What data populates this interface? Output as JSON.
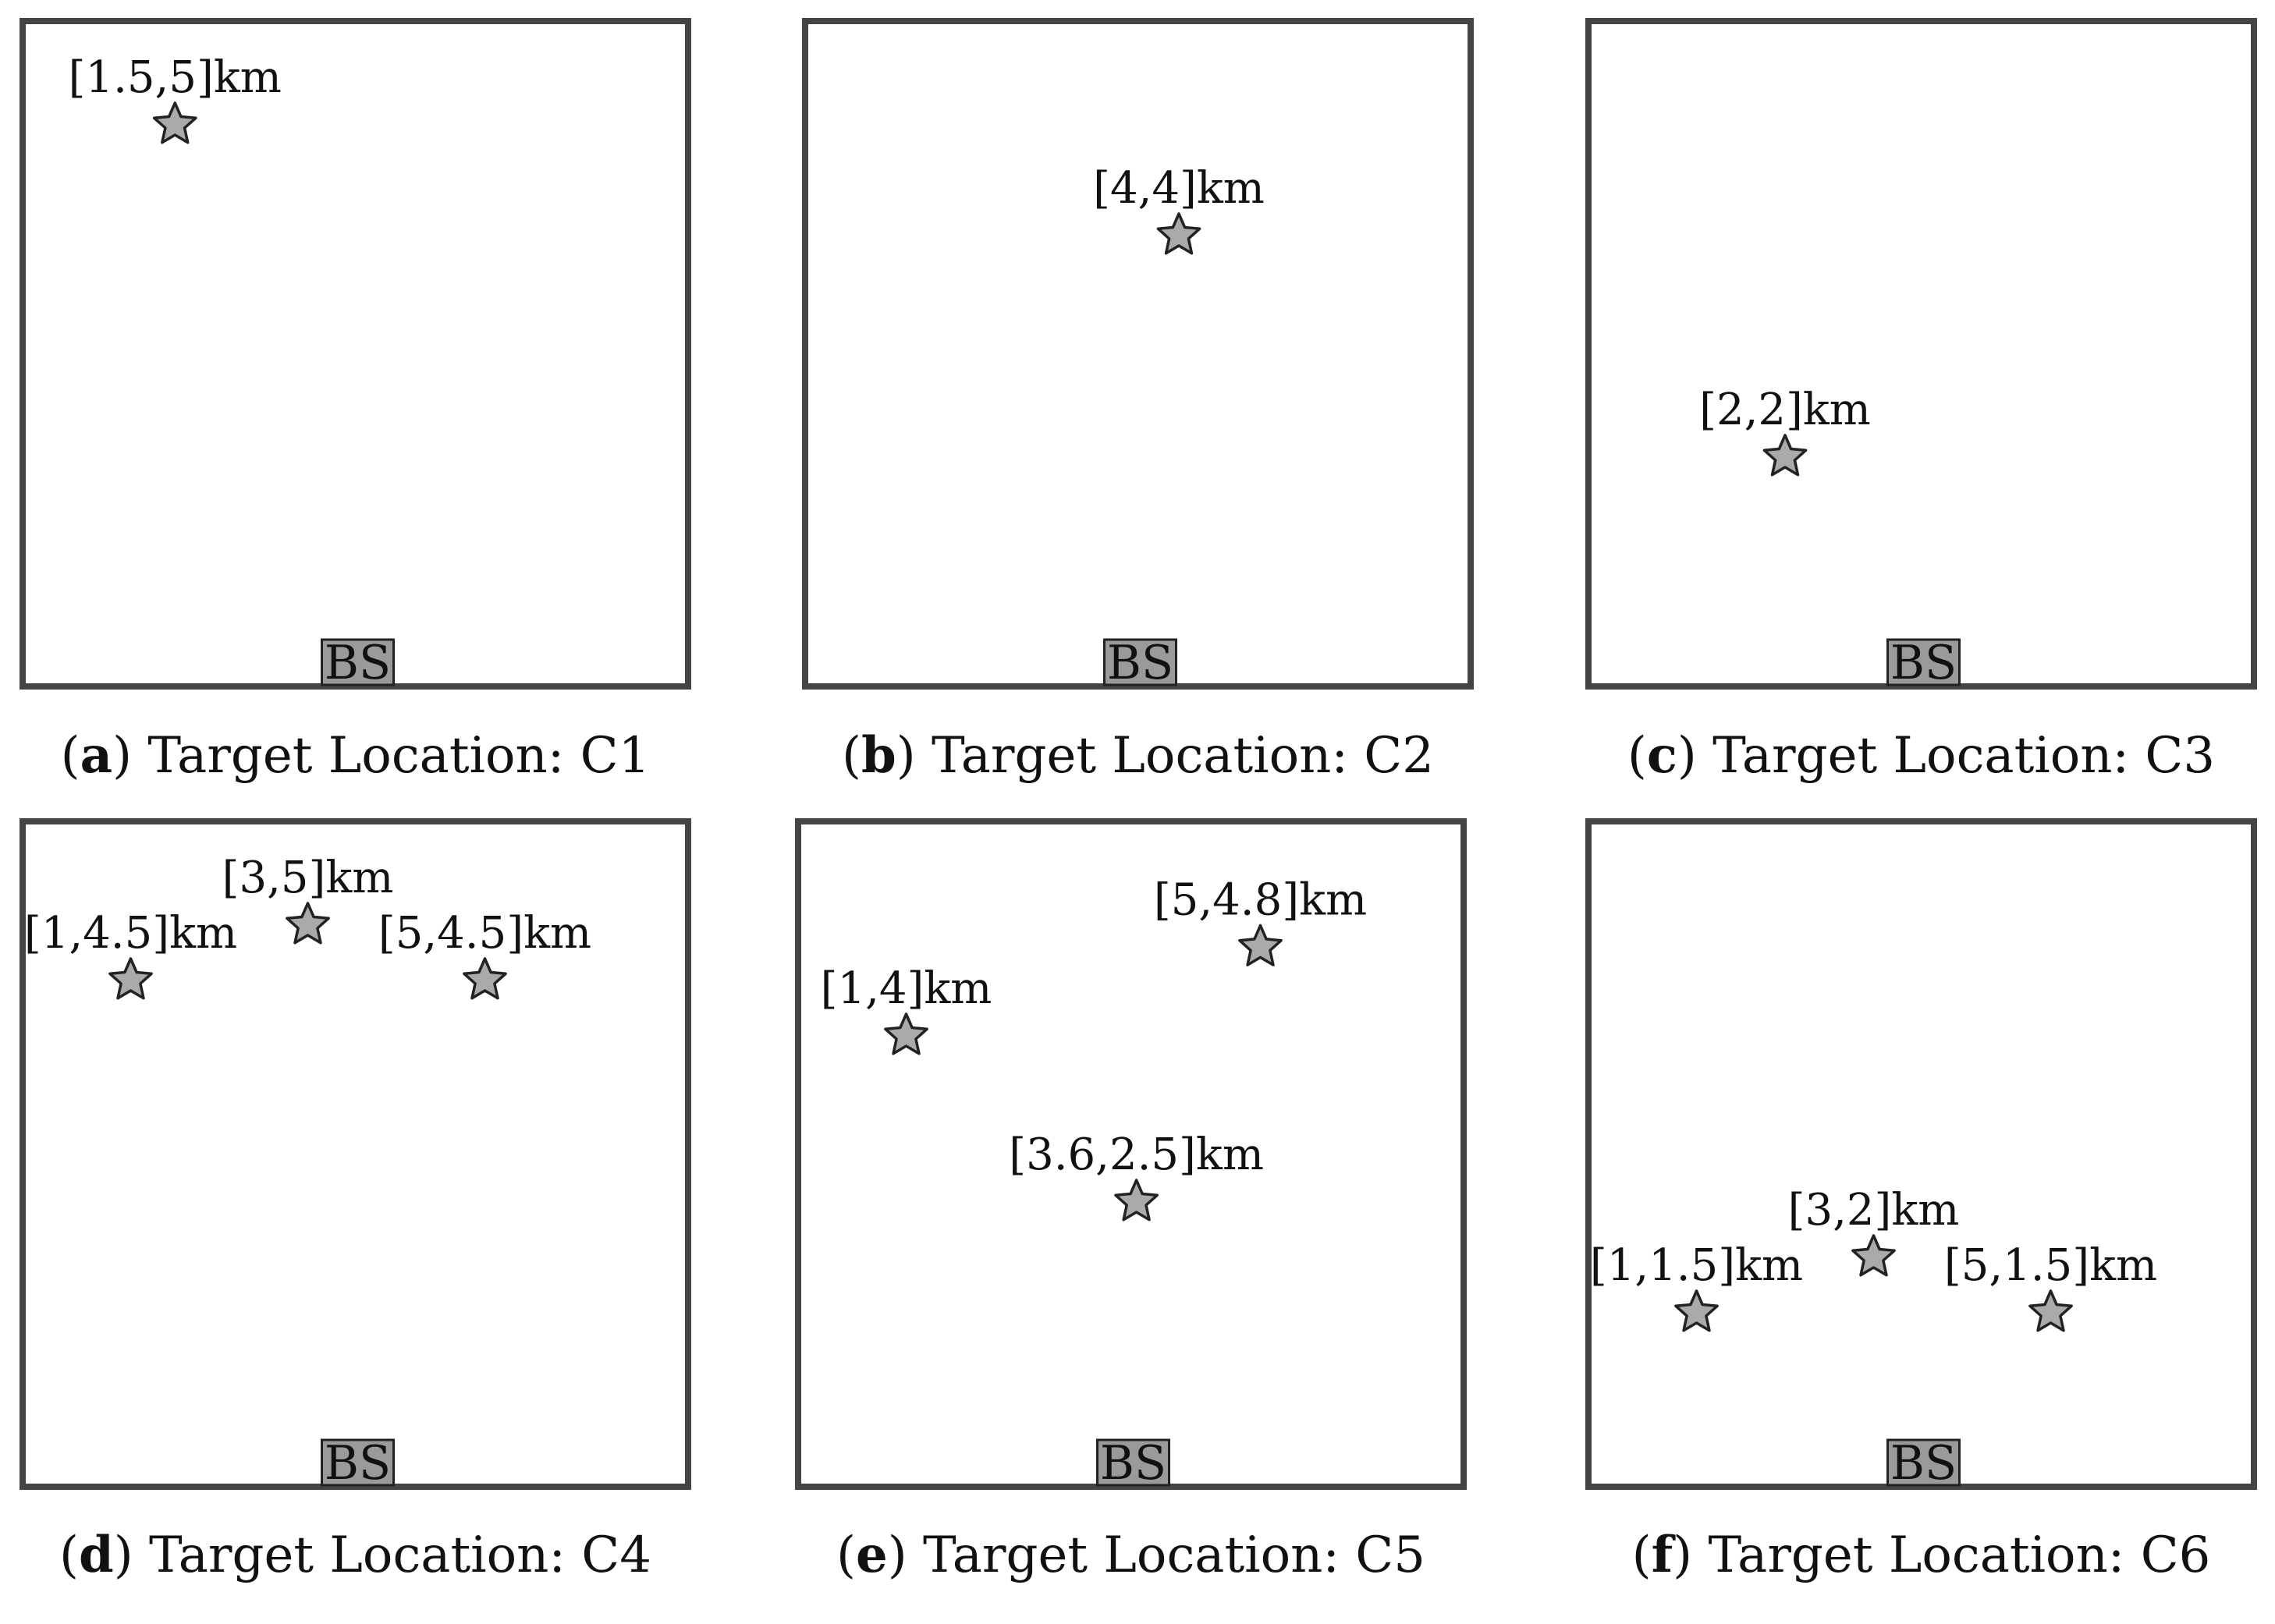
{
  "figure": {
    "panels": [
      {
        "label": "a",
        "caption_text": "Target Location: C1",
        "base_station": "BS",
        "targets": [
          {
            "x": 1.5,
            "y": 5,
            "label": "[1.5,5]km"
          }
        ]
      },
      {
        "label": "b",
        "caption_text": "Target Location: C2",
        "base_station": "BS",
        "targets": [
          {
            "x": 4,
            "y": 4,
            "label": "[4,4]km"
          }
        ]
      },
      {
        "label": "c",
        "caption_text": "Target Location: C3",
        "base_station": "BS",
        "targets": [
          {
            "x": 2,
            "y": 2,
            "label": "[2,2]km"
          }
        ]
      },
      {
        "label": "d",
        "caption_text": "Target Location: C4",
        "base_station": "BS",
        "targets": [
          {
            "x": 1,
            "y": 4.5,
            "label": "[1,4.5]km"
          },
          {
            "x": 3,
            "y": 5,
            "label": "[3,5]km"
          },
          {
            "x": 5,
            "y": 4.5,
            "label": "[5,4.5]km"
          }
        ]
      },
      {
        "label": "e",
        "caption_text": "Target Location: C5",
        "base_station": "BS",
        "targets": [
          {
            "x": 5,
            "y": 4.8,
            "label": "[5,4.8]km"
          },
          {
            "x": 1,
            "y": 4,
            "label": "[1,4]km"
          },
          {
            "x": 3.6,
            "y": 2.5,
            "label": "[3.6,2.5]km"
          }
        ]
      },
      {
        "label": "f",
        "caption_text": "Target Location: C6",
        "base_station": "BS",
        "targets": [
          {
            "x": 3,
            "y": 2,
            "label": "[3,2]km"
          },
          {
            "x": 1,
            "y": 1.5,
            "label": "[1,1.5]km"
          },
          {
            "x": 5,
            "y": 1.5,
            "label": "[5,1.5]km"
          }
        ]
      }
    ]
  },
  "colors": {
    "frame": "#444444",
    "star_fill": "#aaaaaa",
    "star_stroke": "#222222",
    "bs_fill": "#9a9a9a",
    "text": "#111111"
  }
}
